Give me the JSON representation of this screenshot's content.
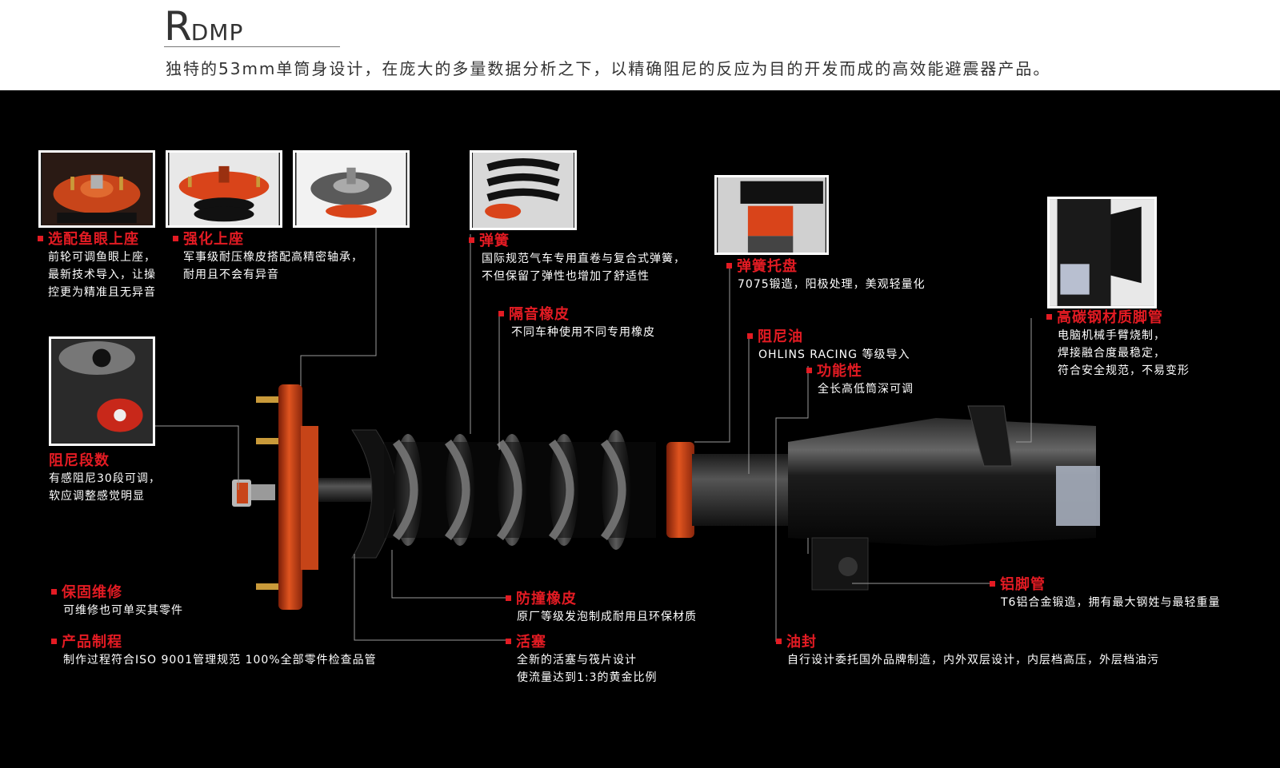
{
  "header": {
    "brand_big": "R",
    "brand_small": "DMP",
    "tagline": "独特的53mm单筒身设计，在庞大的多量数据分析之下，以精确阻尼的反应为目的开发而成的高效能避震器产品。"
  },
  "features": {
    "fisheye": {
      "title": "选配鱼眼上座",
      "lines": [
        "前轮可调鱼眼上座，",
        "最新技术导入，让操",
        "控更为精准且无异音"
      ]
    },
    "mount": {
      "title": "强化上座",
      "lines": [
        "军事级耐压橡皮搭配高精密轴承，",
        "耐用且不会有异音"
      ]
    },
    "damping_levels": {
      "title": "阻尼段数",
      "lines": [
        "有感阻尼30段可调，",
        "软应调整感觉明显"
      ]
    },
    "warranty": {
      "title": "保固维修",
      "lines": [
        "可维修也可单买其零件"
      ]
    },
    "process": {
      "title": "产品制程",
      "lines": [
        "制作过程符合ISO 9001管理规范 100%全部零件检查品管"
      ]
    },
    "spring": {
      "title": "弹簧",
      "lines": [
        "国际规范气车专用直卷与复合式弹簧，",
        "不但保留了弹性也增加了舒适性"
      ]
    },
    "isolator": {
      "title": "隔音橡皮",
      "lines": [
        "不同车种使用不同专用橡皮"
      ]
    },
    "spring_seat": {
      "title": "弹簧托盘",
      "lines": [
        "7075锻造，阳极处理，美观轻量化"
      ]
    },
    "oil": {
      "title": "阻尼油",
      "lines": [
        "OHLINS RACING 等级导入"
      ]
    },
    "function": {
      "title": "功能性",
      "lines": [
        "全长高低筒深可调"
      ]
    },
    "high_carbon": {
      "title": "高碳钢材质脚管",
      "lines": [
        "电脑机械手臂烧制，",
        "焊接融合度最稳定，",
        "符合安全规范，不易变形"
      ]
    },
    "bump_rubber": {
      "title": "防撞橡皮",
      "lines": [
        "原厂等级发泡制成耐用且环保材质"
      ]
    },
    "piston": {
      "title": "活塞",
      "lines": [
        "全新的活塞与筏片设计",
        "使流量达到1:3的黄金比例"
      ]
    },
    "oil_seal": {
      "title": "油封",
      "lines": [
        "自行设计委托国外品牌制造，内外双层设计，内层档高压，外层档油污"
      ]
    },
    "aluminum": {
      "title": "铝脚管",
      "lines": [
        "T6铝合金锻造，拥有最大钢姓与最轻重量"
      ]
    }
  },
  "colors": {
    "accent_red": "#e31b23",
    "anodized_orange": "#d9441a",
    "stage_black": "#000000"
  }
}
